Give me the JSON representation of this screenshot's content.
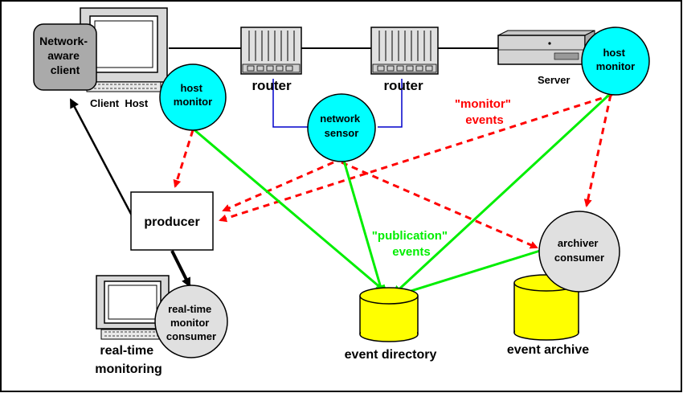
{
  "nodes": {
    "network_aware_client": [
      "Network-",
      "aware",
      "client"
    ],
    "client_host": "Client  Host",
    "host_monitor_left": [
      "host",
      "monitor"
    ],
    "router_left": "router",
    "router_right": "router",
    "network_sensor": [
      "network",
      "sensor"
    ],
    "server": "Server",
    "host_monitor_right": [
      "host",
      "monitor"
    ],
    "producer": "producer",
    "archiver_consumer": [
      "archiver",
      "consumer"
    ],
    "realtime_consumer": [
      "real-time",
      "monitor",
      "consumer"
    ],
    "realtime_monitoring": [
      "real-time",
      "monitoring"
    ],
    "event_directory": "event directory",
    "event_archive": "event archive"
  },
  "annotations": {
    "monitor_events": [
      "\"monitor\"",
      "events"
    ],
    "publication_events": [
      "\"publication\"",
      "events"
    ]
  },
  "colors": {
    "monitor_arrow": "#ff0000",
    "publication_arrow": "#00ee00",
    "host_monitor_fill": "#00ffff",
    "consumer_fill": "#e0e0e0",
    "db_fill": "#ffff00",
    "network_line": "#0000cc",
    "client_box": "#aaaaaa"
  }
}
